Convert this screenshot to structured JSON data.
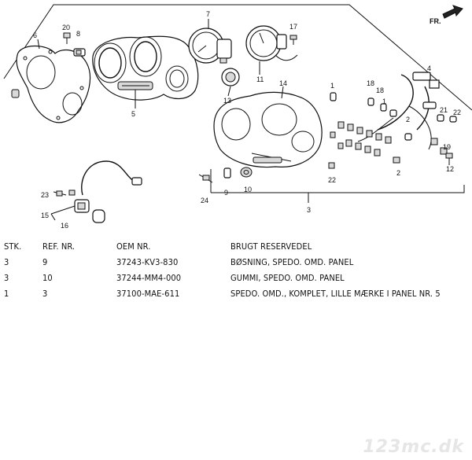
{
  "diagram": {
    "direction_label": "FR.",
    "callouts": {
      "c1a": "1",
      "c1b": "1",
      "c2a": "2",
      "c2b": "2",
      "c3": "3",
      "c4": "4",
      "c5": "5",
      "c6": "6",
      "c7": "7",
      "c8": "8",
      "c9": "9",
      "c10": "10",
      "c11": "11",
      "c12": "12",
      "c13": "13",
      "c14": "14",
      "c15": "15",
      "c16": "16",
      "c17": "17",
      "c18a": "18",
      "c18b": "18",
      "c19": "19",
      "c20": "20",
      "c21": "21",
      "c22a": "22",
      "c22b": "22",
      "c23": "23",
      "c24": "24"
    }
  },
  "table": {
    "headers": {
      "qty": "STK.",
      "ref": "REF. NR.",
      "oem": "OEM NR.",
      "desc": "BRUGT RESERVEDEL"
    },
    "rows": [
      {
        "qty": "3",
        "ref": "9",
        "oem": "37243-KV3-830",
        "desc": "BØSNING, SPEDO. OMD. PANEL"
      },
      {
        "qty": "3",
        "ref": "10",
        "oem": "37244-MM4-000",
        "desc": "GUMMI, SPEDO. OMD. PANEL"
      },
      {
        "qty": "1",
        "ref": "3",
        "oem": "37100-MAE-611",
        "desc": "SPEDO. OMD., KOMPLET, LILLE MÆRKE I PANEL NR. 5"
      }
    ]
  },
  "watermark": "123mc.dk"
}
